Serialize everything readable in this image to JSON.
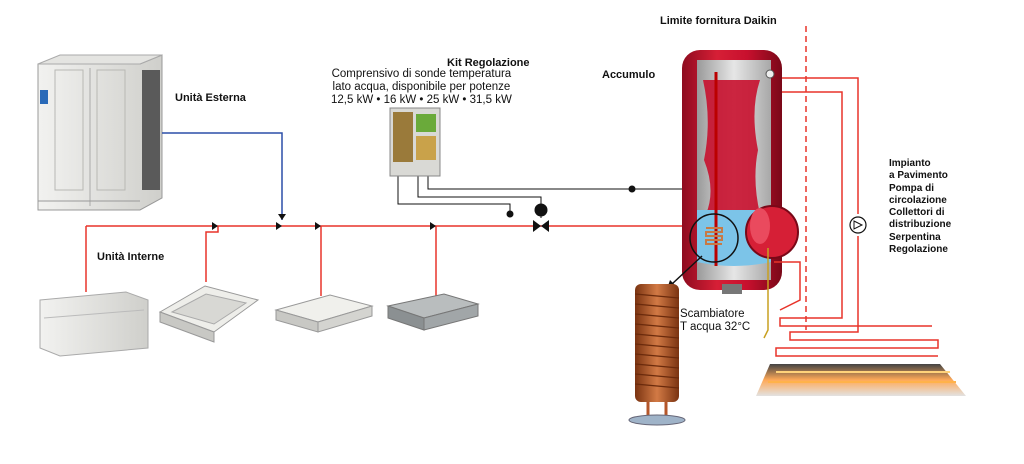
{
  "labels": {
    "kit_title": "Kit Regolazione",
    "kit_desc": [
      "Comprensivo di sonde temperatura",
      "lato acqua, disponibile per potenze",
      "12,5 kW • 16 kW • 25 kW • 31,5 kW"
    ],
    "limite": "Limite fornitura Daikin",
    "accumulo": "Accumulo",
    "unita_esterna": "Unità Esterna",
    "unita_interne": "Unità Interne",
    "scambiatore": [
      "Scambiatore",
      "T acqua 32°C"
    ],
    "impianto": [
      "Impianto",
      "a Pavimento",
      "Pompa di",
      "circolazione",
      "Collettori di",
      "distribuzione",
      "Serpentina",
      "Regolazione"
    ]
  },
  "colors": {
    "refrigerant_line": "#e8342a",
    "water_line": "#2b4fa8",
    "tank_red": "#c8102e",
    "tank_water": "#7cc4e8",
    "coil_copper": "#b5562a",
    "boundary_dash": "#e8342a"
  }
}
